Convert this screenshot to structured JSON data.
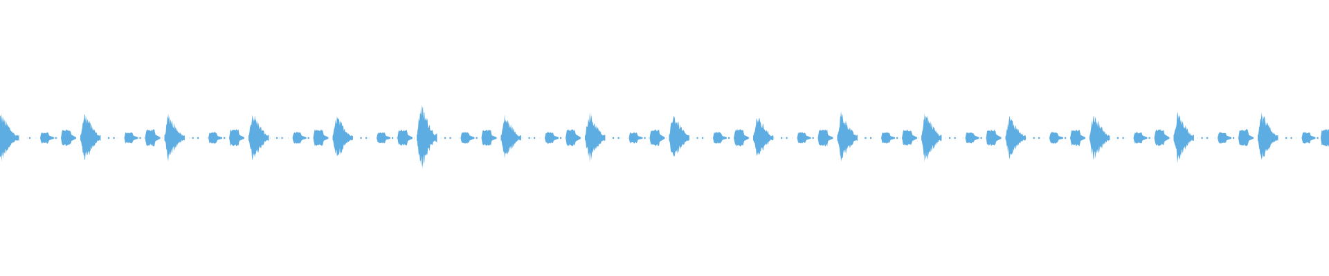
{
  "waveform": {
    "color": "#5dade2",
    "background": "#ffffff",
    "pattern": {
      "beats_visible": 16,
      "events_per_beat": [
        "hit",
        "pip",
        "blip",
        "blip",
        "hit-large",
        "pip"
      ],
      "relative_amplitudes": {
        "hit_large": 1.0,
        "hit": 0.55,
        "blip": 0.22,
        "blip_small": 0.15,
        "pip": 0.03
      }
    }
  }
}
